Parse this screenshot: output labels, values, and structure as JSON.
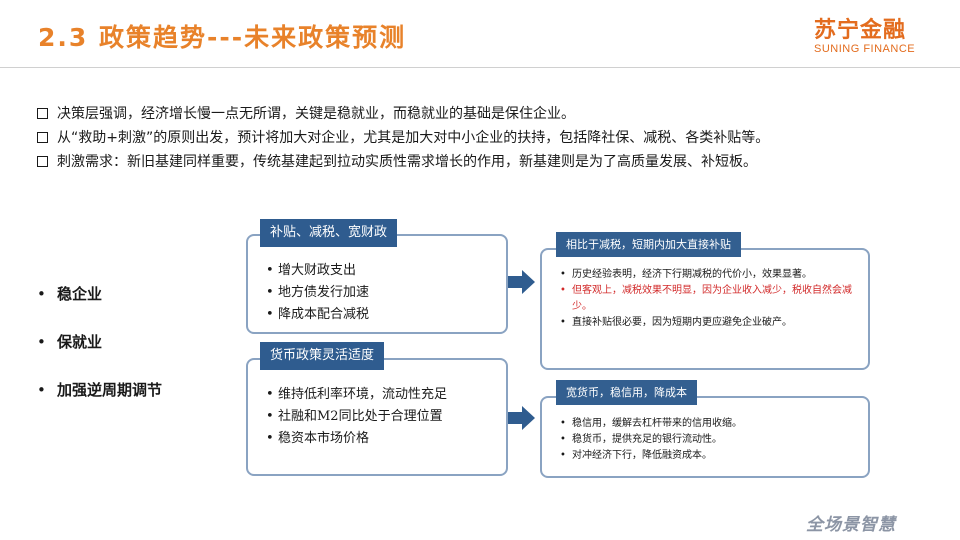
{
  "header": {
    "title": "2.3 政策趋势---未来政策预测",
    "logo_cn": "苏宁金融",
    "logo_en": "SUNING FINANCE"
  },
  "bullets": [
    "决策层强调，经济增长慢一点无所谓，关键是稳就业，而稳就业的基础是保住企业。",
    "从“救助+刺激”的原则出发，预计将加大对企业，尤其是加大对中小企业的扶持，包括降社保、减税、各类补贴等。",
    "刺激需求：新旧基建同样重要，传统基建起到拉动实质性需求增长的作用，新基建则是为了高质量发展、补短板。"
  ],
  "side_items": [
    "稳企业",
    "保就业",
    "加强逆周期调节"
  ],
  "left_boxes": [
    {
      "tag": "补贴、减税、宽财政",
      "items": [
        "增大财政支出",
        "地方债发行加速",
        "降成本配合减税"
      ]
    },
    {
      "tag": "货币政策灵活适度",
      "items": [
        "维持低利率环境，流动性充足",
        "社融和M2同比处于合理位置",
        "稳资本市场价格"
      ]
    }
  ],
  "right_boxes": [
    {
      "tag": "相比于减税，短期内加大直接补贴",
      "items": [
        {
          "text": "历史经验表明，经济下行期减税的代价小，效果显著。",
          "style": "normal"
        },
        {
          "text": "但客观上，减税效果不明显，因为企业收入减少，税收自然会减少。",
          "style": "red"
        },
        {
          "text": "直接补贴很必要，因为短期内更应避免企业破产。",
          "style": "normal"
        }
      ]
    },
    {
      "tag": "宽货币，稳信用，降成本",
      "items": [
        {
          "text": "稳信用，缓解去杠杆带来的信用收缩。",
          "style": "normal"
        },
        {
          "text": "稳货币，提供充足的银行流动性。",
          "style": "normal"
        },
        {
          "text": "对冲经济下行，降低融资成本。",
          "style": "normal"
        }
      ]
    }
  ],
  "footer_brand": "全场景智慧",
  "colors": {
    "title": "#e8822a",
    "tag_bg": "#2f5c8f",
    "box_border": "#8aa3c2",
    "arrow": "#2f5c8f",
    "highlight": "#d22a2a"
  }
}
